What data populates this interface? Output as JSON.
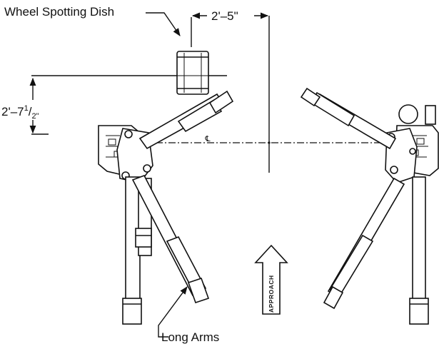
{
  "labels": {
    "wheel_spotting_dish": "Wheel Spotting Dish",
    "long_arms": "Long Arms",
    "approach": "APPROACH",
    "centerline": "℄"
  },
  "dimensions": {
    "horizontal": "2'–5\"",
    "vertical_main": "2'–7",
    "vertical_frac_num": "1",
    "vertical_frac_den": "2\""
  }
}
